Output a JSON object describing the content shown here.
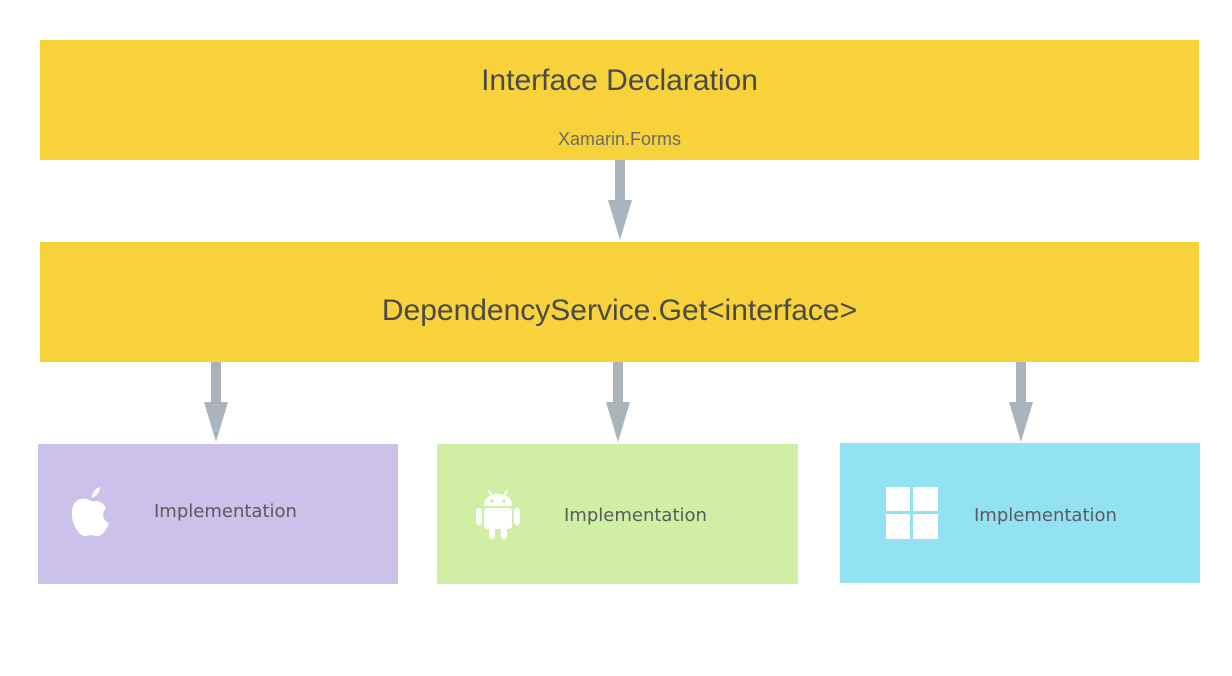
{
  "interface_band": {
    "title": "Interface Declaration",
    "subtitle": "Xamarin.Forms"
  },
  "service_band": {
    "title": "DependencyService.Get<interface>"
  },
  "implementations": [
    {
      "label": "Implementation",
      "icon": "apple-icon"
    },
    {
      "label": "Implementation",
      "icon": "android-icon"
    },
    {
      "label": "Implementation",
      "icon": "windows-icon"
    }
  ],
  "colors": {
    "band": "#f7d23b",
    "ios": "#ccc1ea",
    "android": "#d0eea4",
    "windows": "#92e2f4",
    "arrow": "#aab4bc"
  }
}
